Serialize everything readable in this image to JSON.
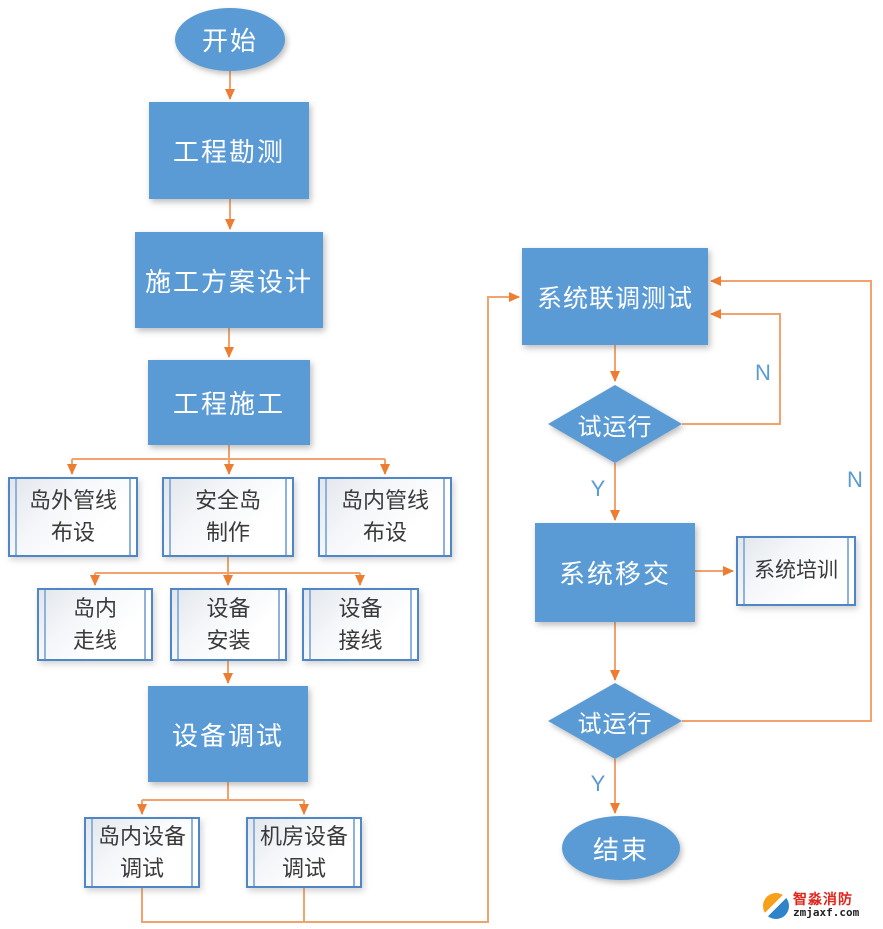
{
  "colors": {
    "node_fill": "#5b9bd5",
    "node_text": "#ffffff",
    "connector_line": "#f2a36d",
    "connector_arrow": "#ed7d31",
    "predef_border": "#4e86c6",
    "predef_text": "#3a3a3a",
    "edge_label_text": "#5b9bd5",
    "brand_red": "#e1251b"
  },
  "nodes": {
    "start": {
      "label": "开始"
    },
    "survey": {
      "label": "工程勘测"
    },
    "design": {
      "label": "施工方案设计"
    },
    "construction": {
      "label": "工程施工"
    },
    "out_pipeline": {
      "line1": "岛外管线",
      "line2": "布设"
    },
    "island_make": {
      "line1": "安全岛",
      "line2": "制作"
    },
    "in_pipeline": {
      "line1": "岛内管线",
      "line2": "布设"
    },
    "island_wiring": {
      "line1": "岛内",
      "line2": "走线"
    },
    "equip_install": {
      "line1": "设备",
      "line2": "安装"
    },
    "equip_wire": {
      "line1": "设备",
      "line2": "接线"
    },
    "equip_debug": {
      "label": "设备调试"
    },
    "island_debug": {
      "line1": "岛内设备",
      "line2": "调试"
    },
    "room_debug": {
      "line1": "机房设备",
      "line2": "调试"
    },
    "joint_test": {
      "label": "系统联调测试"
    },
    "trial1": {
      "label": "试运行"
    },
    "handover": {
      "label": "系统移交"
    },
    "training": {
      "label": "系统培训"
    },
    "trial2": {
      "label": "试运行"
    },
    "end": {
      "label": "结束"
    }
  },
  "edge_labels": {
    "trial1_no": "N",
    "trial1_yes": "Y",
    "trial2_no": "N",
    "trial2_yes": "Y"
  },
  "watermark": {
    "brand": "智淼消防",
    "domain": "zmjaxf.com"
  }
}
